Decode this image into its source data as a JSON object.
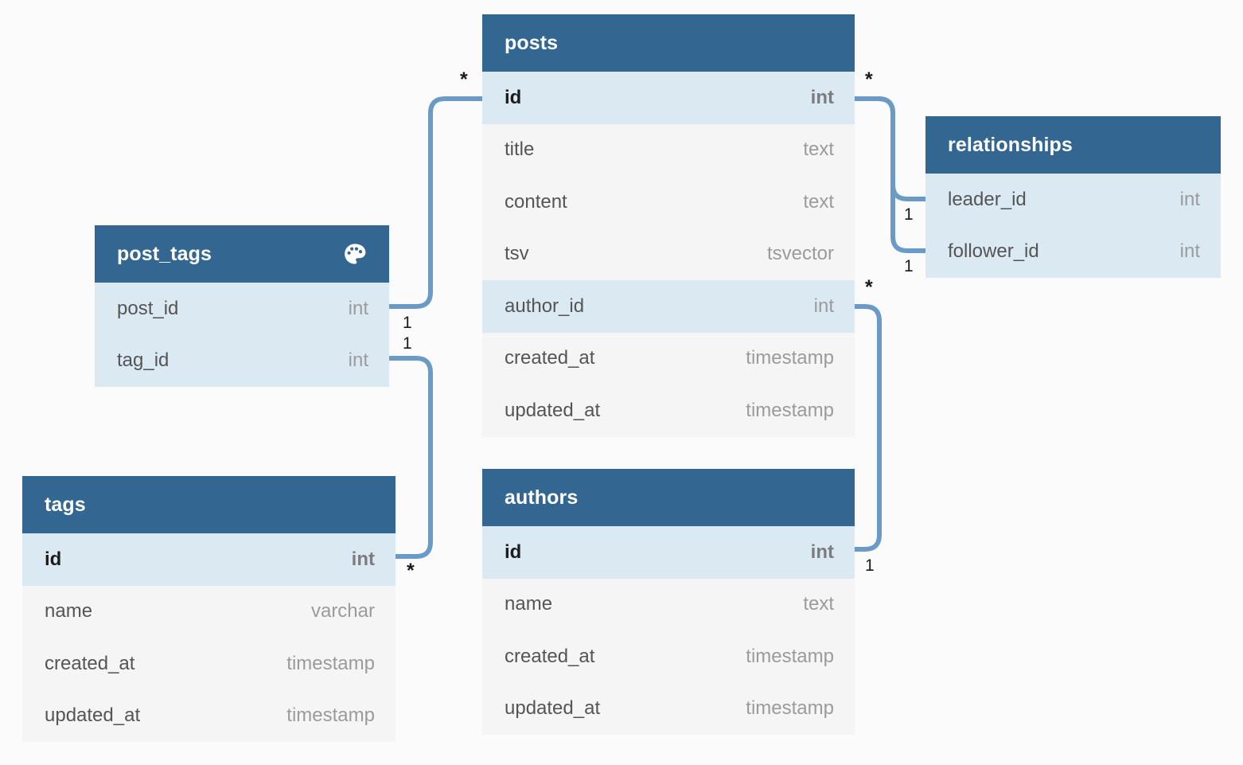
{
  "diagram": {
    "kind": "entity-relationship-diagram",
    "background_color": "#fbfbfb",
    "header_color": "#336791",
    "row_color": "#f5f5f5",
    "highlight_row_color": "#dbe9f2",
    "connector_color": "#6a9bc7"
  },
  "tables": {
    "posts": {
      "name": "posts",
      "rows": [
        {
          "name": "id",
          "type": "int"
        },
        {
          "name": "title",
          "type": "text"
        },
        {
          "name": "content",
          "type": "text"
        },
        {
          "name": "tsv",
          "type": "tsvector"
        },
        {
          "name": "author_id",
          "type": "int"
        },
        {
          "name": "created_at",
          "type": "timestamp"
        },
        {
          "name": "updated_at",
          "type": "timestamp"
        }
      ]
    },
    "post_tags": {
      "name": "post_tags",
      "icon": "palette-icon",
      "rows": [
        {
          "name": "post_id",
          "type": "int"
        },
        {
          "name": "tag_id",
          "type": "int"
        }
      ]
    },
    "relationships": {
      "name": "relationships",
      "rows": [
        {
          "name": "leader_id",
          "type": "int"
        },
        {
          "name": "follower_id",
          "type": "int"
        }
      ]
    },
    "tags": {
      "name": "tags",
      "rows": [
        {
          "name": "id",
          "type": "int"
        },
        {
          "name": "name",
          "type": "varchar"
        },
        {
          "name": "created_at",
          "type": "timestamp"
        },
        {
          "name": "updated_at",
          "type": "timestamp"
        }
      ]
    },
    "authors": {
      "name": "authors",
      "rows": [
        {
          "name": "id",
          "type": "int"
        },
        {
          "name": "name",
          "type": "text"
        },
        {
          "name": "created_at",
          "type": "timestamp"
        },
        {
          "name": "updated_at",
          "type": "timestamp"
        }
      ]
    }
  },
  "cardinality": {
    "posts_id_many": "*",
    "post_tags_post_id_one": "1",
    "post_tags_tag_id_one": "1",
    "tags_id_many": "*",
    "posts_id_right_many": "*",
    "relationships_leader_one": "1",
    "relationships_follower_one": "1",
    "posts_author_id_many": "*",
    "authors_id_one": "1"
  }
}
